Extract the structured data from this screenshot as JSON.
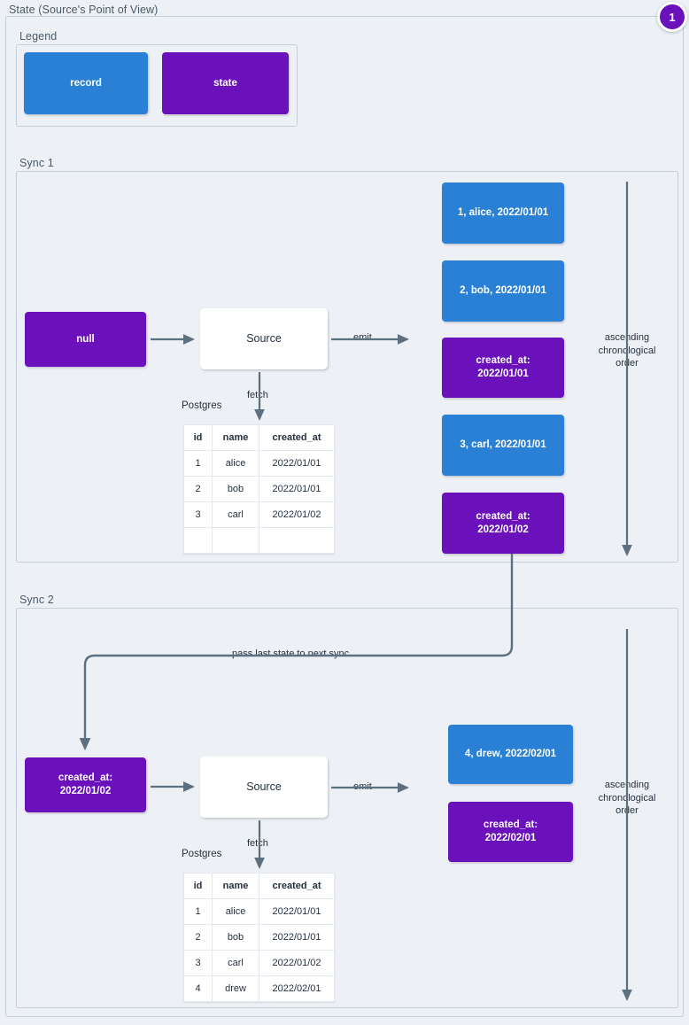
{
  "page": {
    "title": "State (Source's Point of View)",
    "badge": "1",
    "colors": {
      "record": "#2a80d4",
      "state": "#6a11bc",
      "background": "#edf0f5",
      "frame_border": "#c3cedb",
      "connector": "#5c7080"
    }
  },
  "legend": {
    "title": "Legend",
    "items": [
      {
        "label": "record",
        "kind": "record"
      },
      {
        "label": "state",
        "kind": "state"
      }
    ]
  },
  "sync1": {
    "title": "Sync 1",
    "state_in": "null",
    "source": "Source",
    "emit_label": "emit",
    "fetch_label": "fetch",
    "postgres_label": "Postgres",
    "order_label": "ascending\nchronological\norder",
    "emitted": [
      {
        "kind": "record",
        "label": "1, alice, 2022/01/01"
      },
      {
        "kind": "record",
        "label": "2, bob, 2022/01/01"
      },
      {
        "kind": "state",
        "label": "created_at:\n2022/01/01"
      },
      {
        "kind": "record",
        "label": "3, carl, 2022/01/01"
      },
      {
        "kind": "state",
        "label": "created_at:\n2022/01/02"
      }
    ],
    "table": {
      "columns": [
        "id",
        "name",
        "created_at"
      ],
      "rows": [
        [
          "1",
          "alice",
          "2022/01/01"
        ],
        [
          "2",
          "bob",
          "2022/01/01"
        ],
        [
          "3",
          "carl",
          "2022/01/02"
        ],
        [
          "",
          "",
          ""
        ]
      ]
    }
  },
  "pass_state": {
    "label": "pass last state to next sync"
  },
  "sync2": {
    "title": "Sync 2",
    "state_in": "created_at:\n2022/01/02",
    "source": "Source",
    "emit_label": "emit",
    "fetch_label": "fetch",
    "postgres_label": "Postgres",
    "order_label": "ascending\nchronological\norder",
    "emitted": [
      {
        "kind": "record",
        "label": "4, drew, 2022/02/01"
      },
      {
        "kind": "state",
        "label": "created_at:\n2022/02/01"
      }
    ],
    "table": {
      "columns": [
        "id",
        "name",
        "created_at"
      ],
      "rows": [
        [
          "1",
          "alice",
          "2022/01/01"
        ],
        [
          "2",
          "bob",
          "2022/01/01"
        ],
        [
          "3",
          "carl",
          "2022/01/02"
        ],
        [
          "4",
          "drew",
          "2022/02/01"
        ]
      ]
    }
  }
}
